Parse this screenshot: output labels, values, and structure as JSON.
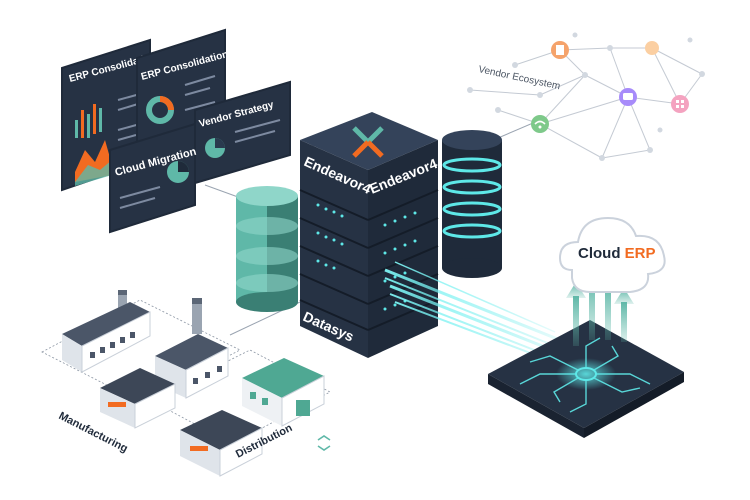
{
  "panels": {
    "erp_consolidation_1": "ERP Consolidation",
    "erp_consolidation_2": "ERP Consolidation",
    "vendor_strategy": "Vendor Strategy",
    "cloud_migration": "Cloud Migration"
  },
  "server": {
    "brand_left": "Endeavor4",
    "brand_right": "Endeavor4",
    "datasys": "Datasys"
  },
  "vendor": {
    "label": "Vendor Ecosystem"
  },
  "cloud": {
    "label_prefix": "Cloud ",
    "label_accent": "ERP"
  },
  "facilities": {
    "manufacturing": "Manufacturing",
    "distribution": "Distribution"
  },
  "colors": {
    "navy": "#1f2a3a",
    "teal": "#5fb8a8",
    "orange": "#f26b21",
    "cyan": "#5ee8e8",
    "panel_bg": "#263244"
  }
}
